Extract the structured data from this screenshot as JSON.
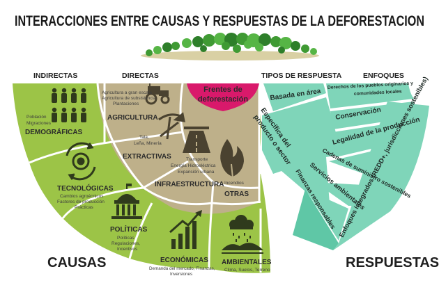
{
  "title": "INTERACCIONES ENTRE CAUSAS Y RESPUESTAS DE LA DEFORESTACION",
  "headers": {
    "indirectas": "INDIRECTAS",
    "directas": "DIRECTAS",
    "tipos_respuesta": "TIPOS DE RESPUESTA",
    "enfoques": "ENFOQUES"
  },
  "center": {
    "line1": "Frentes de",
    "line2": "deforestación"
  },
  "causas_label": "CAUSAS",
  "respuestas_label": "RESPUESTAS",
  "directas": {
    "agricultura": {
      "title": "AGRICULTURA",
      "items": [
        "Agricultura a gran escala",
        "Agricultura de subsistencia",
        "Plantaciones"
      ]
    },
    "extractivas": {
      "title": "EXTRACTIVAS",
      "items": [
        "Tala,",
        "Leña, Minería"
      ]
    },
    "infraestructura": {
      "title": "INFRAESTRUCTURA",
      "items": [
        "Transporte",
        "Energía Hidroeléctrica",
        "Expansión urbana"
      ]
    },
    "otras": {
      "title": "OTRAS",
      "items": [
        "Incendios"
      ]
    }
  },
  "indirectas": {
    "demograficas": {
      "title": "DEMOGRÁFICAS",
      "items": [
        "Población",
        "Migraciones"
      ]
    },
    "tecnologicas": {
      "title": "TECNOLÓGICAS",
      "items": [
        "Cambios agroécnicos",
        "Factores de producción",
        "Prácticas"
      ]
    },
    "politicas": {
      "title": "POLÍTICAS",
      "items": [
        "Políticas",
        "Regulaciones,",
        "Incentivos"
      ]
    },
    "economicas": {
      "title": "ECONÓMICAS",
      "items": [
        "Demanda del mercado, Finanzas,",
        "Inversiones"
      ]
    },
    "ambientales": {
      "title": "AMBIENTALES",
      "items": [
        "Clima, Suelos, Terreno"
      ]
    }
  },
  "tipos_respuesta": {
    "basada_area": "Basada en área",
    "especifica_lines": [
      "Específica del",
      "producto o sector"
    ]
  },
  "enfoques": {
    "derechos_lines": [
      "Derechos de los pueblos originarios y",
      "comunidades locales"
    ],
    "conservacion": "Conservación",
    "legalidad": "Legalidad de la producción",
    "cadenas": "Cadenas de suministro sostenibles",
    "servicios": "Servicios ambientales",
    "finanzas": "Finanzas responsables",
    "integrados_lines": [
      "Enfoques integrados (REDD+, jurisdicciones sostenibles)"
    ]
  },
  "colors": {
    "inner": "#beb08a",
    "outer": "#9cc447",
    "teal": "#7fd5b9",
    "teal_dark": "#5fc7a6",
    "magenta": "#d9196b",
    "tan_icon": "#4a4230",
    "green_icon": "#2f3a1c"
  },
  "icons": [
    "people-icon",
    "gears-arrows-icon",
    "government-building-icon",
    "growth-chart-icon",
    "rain-cloud-landscape-icon",
    "tractor-icon",
    "pickaxe-shovel-icon",
    "road-icon",
    "fire-icon"
  ]
}
